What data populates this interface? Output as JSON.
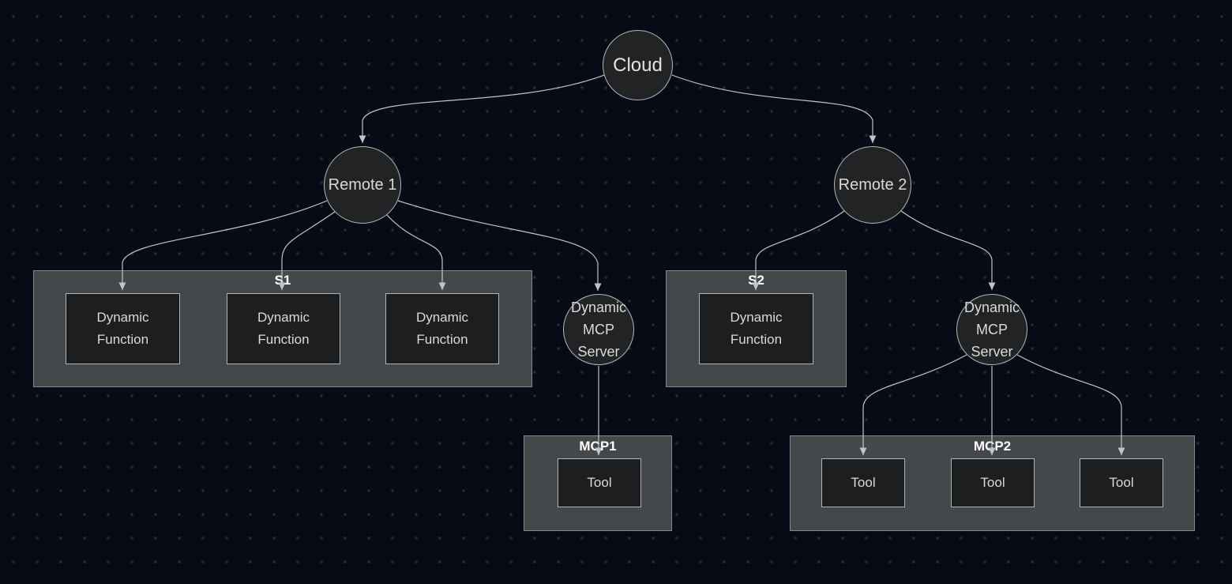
{
  "colors": {
    "background": "#060b15",
    "dot": "#232834",
    "node_fill": "#212324",
    "node_border": "#b5b8ba",
    "box_fill": "#1c1e20",
    "box_border": "#b0b3b5",
    "cluster_fill": "#45484a",
    "cluster_border": "#85888a",
    "edge": "#c2c5c7",
    "node_text": "#d8dadb",
    "cluster_label": "#ffffff"
  },
  "nodes": {
    "cloud": {
      "label": "Cloud"
    },
    "remote1": {
      "label": "Remote 1"
    },
    "remote2": {
      "label": "Remote 2"
    },
    "mcp_server_1": {
      "label": "Dynamic MCP Server"
    },
    "mcp_server_2": {
      "label": "Dynamic MCP Server"
    }
  },
  "clusters": {
    "s1": {
      "label": "S1",
      "boxes": [
        "Dynamic Function",
        "Dynamic Function",
        "Dynamic Function"
      ]
    },
    "s2": {
      "label": "S2",
      "boxes": [
        "Dynamic Function"
      ]
    },
    "mcp1": {
      "label": "MCP1",
      "boxes": [
        "Tool"
      ]
    },
    "mcp2": {
      "label": "MCP2",
      "boxes": [
        "Tool",
        "Tool",
        "Tool"
      ]
    }
  },
  "edges": [
    {
      "from": "Cloud",
      "to": "Remote 1"
    },
    {
      "from": "Cloud",
      "to": "Remote 2"
    },
    {
      "from": "Remote 1",
      "to": "S1 Dynamic Function 1"
    },
    {
      "from": "Remote 1",
      "to": "S1 Dynamic Function 2"
    },
    {
      "from": "Remote 1",
      "to": "S1 Dynamic Function 3"
    },
    {
      "from": "Remote 1",
      "to": "Dynamic MCP Server 1"
    },
    {
      "from": "Remote 2",
      "to": "S2 Dynamic Function"
    },
    {
      "from": "Remote 2",
      "to": "Dynamic MCP Server 2"
    },
    {
      "from": "Dynamic MCP Server 1",
      "to": "MCP1 Tool"
    },
    {
      "from": "Dynamic MCP Server 2",
      "to": "MCP2 Tool 1"
    },
    {
      "from": "Dynamic MCP Server 2",
      "to": "MCP2 Tool 2"
    },
    {
      "from": "Dynamic MCP Server 2",
      "to": "MCP2 Tool 3"
    }
  ]
}
